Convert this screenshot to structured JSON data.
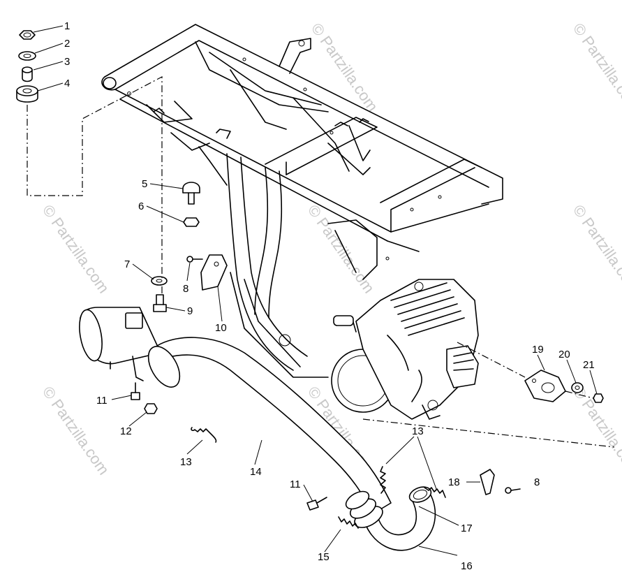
{
  "watermarks": [
    "© Partzilla.com",
    "© Partzilla.com",
    "© Partzilla.com",
    "© Partzilla.com",
    "© Partzilla.com",
    "© Partzilla.com",
    "© Partzilla.com",
    "© Partzilla.com"
  ],
  "callouts": [
    {
      "id": "c1",
      "label": "1"
    },
    {
      "id": "c2",
      "label": "2"
    },
    {
      "id": "c3",
      "label": "3"
    },
    {
      "id": "c4",
      "label": "4"
    },
    {
      "id": "c5",
      "label": "5"
    },
    {
      "id": "c6",
      "label": "6"
    },
    {
      "id": "c7",
      "label": "7"
    },
    {
      "id": "c8a",
      "label": "8"
    },
    {
      "id": "c9",
      "label": "9"
    },
    {
      "id": "c10",
      "label": "10"
    },
    {
      "id": "c11a",
      "label": "11"
    },
    {
      "id": "c12",
      "label": "12"
    },
    {
      "id": "c13a",
      "label": "13"
    },
    {
      "id": "c14",
      "label": "14"
    },
    {
      "id": "c11b",
      "label": "11"
    },
    {
      "id": "c15",
      "label": "15"
    },
    {
      "id": "c13b",
      "label": "13"
    },
    {
      "id": "c16",
      "label": "16"
    },
    {
      "id": "c17",
      "label": "17"
    },
    {
      "id": "c18",
      "label": "18"
    },
    {
      "id": "c8b",
      "label": "8"
    },
    {
      "id": "c19",
      "label": "19"
    },
    {
      "id": "c20",
      "label": "20"
    },
    {
      "id": "c21",
      "label": "21"
    }
  ]
}
